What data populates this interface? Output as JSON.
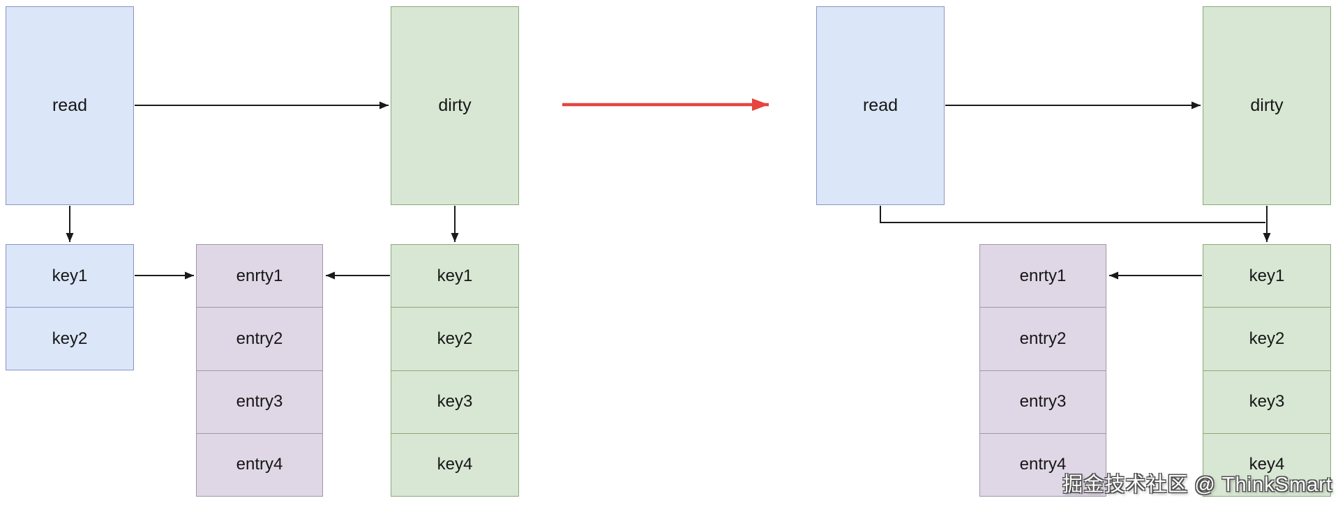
{
  "palette": {
    "blue_fill": "#dbe6f8",
    "blue_stroke": "#8c93c6",
    "green_fill": "#d8e7d4",
    "green_stroke": "#8aa878",
    "purple_fill": "#e0d7e6",
    "purple_stroke": "#a195ab",
    "line_color": "#1a1a1a",
    "red_color": "#e64540",
    "text_color": "#161616",
    "watermark_fill": "#ffffff",
    "watermark_outline": "#4f4f4f"
  },
  "left_panel": {
    "read_label": "read",
    "dirty_label": "dirty",
    "read_keys": [
      "key1",
      "key2"
    ],
    "entries": [
      "enrty1",
      "entry2",
      "entry3",
      "entry4"
    ],
    "dirty_keys": [
      "key1",
      "key2",
      "key3",
      "key4"
    ]
  },
  "right_panel": {
    "read_label": "read",
    "dirty_label": "dirty",
    "entries": [
      "enrty1",
      "entry2",
      "entry3",
      "entry4"
    ],
    "dirty_keys": [
      "key1",
      "key2",
      "key3",
      "key4"
    ]
  },
  "watermark": "掘金技术社区 @ ThinkSmart"
}
